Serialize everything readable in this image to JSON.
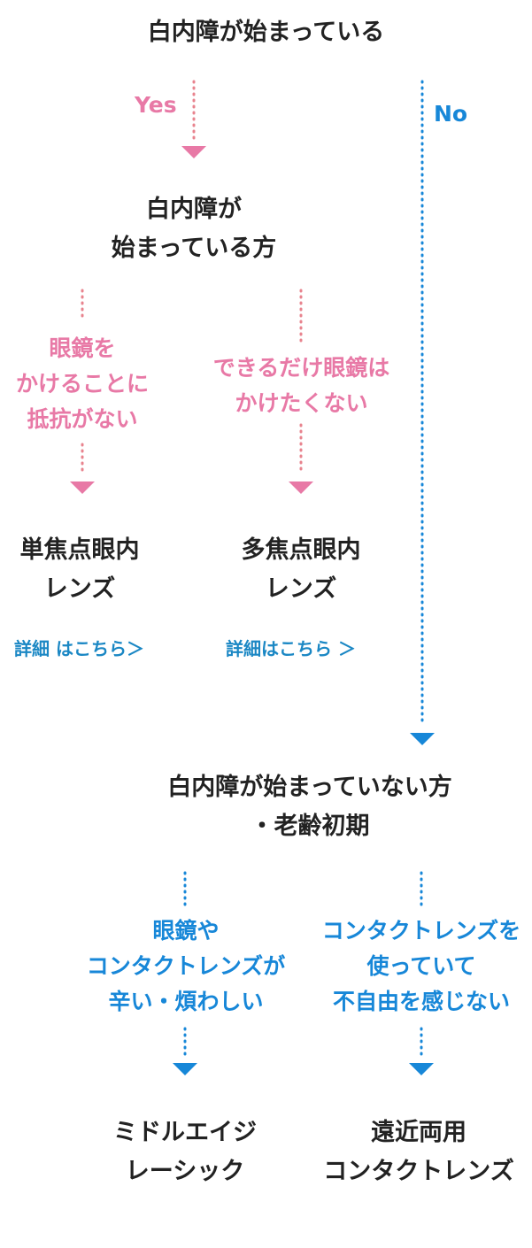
{
  "root": {
    "label": "白内障が始まっている"
  },
  "branches": {
    "yes": "Yes",
    "no": "No"
  },
  "cataract_node": {
    "lines": [
      "白内障が",
      "始まっている方"
    ]
  },
  "condition_left": {
    "lines": [
      "眼鏡を",
      "かけることに",
      "抵抗がない"
    ]
  },
  "condition_right": {
    "lines": [
      "できるだけ眼鏡は",
      "かけたくない"
    ]
  },
  "result_monofocal": {
    "lines": [
      "単焦点眼内",
      "レンズ"
    ],
    "link": "詳細 はこちら＞"
  },
  "result_multifocal": {
    "lines": [
      "多焦点眼内",
      "レンズ"
    ],
    "link": "詳細はこちら ＞"
  },
  "presbyopia_node": {
    "lines": [
      "白内障が始まっていない方",
      "・老齢初期"
    ]
  },
  "condition_glasses_hard": {
    "lines": [
      "眼鏡や",
      "コンタクトレンズが",
      "辛い・煩わしい"
    ]
  },
  "condition_contacts_ok": {
    "lines": [
      "コンタクトレンズを",
      "使っていて",
      "不自由を感じない"
    ]
  },
  "result_lasik": {
    "lines": [
      "ミドルエイジ",
      "レーシック"
    ]
  },
  "result_bifocal": {
    "lines": [
      "遠近両用",
      "コンタクトレンズ"
    ]
  },
  "colors": {
    "text": "#222222",
    "pink_dots": "#e8838e",
    "pink_arrow": "#e879a6",
    "pink_text": "#e879a6",
    "blue": "#1787d8",
    "link": "#1a87c4"
  }
}
